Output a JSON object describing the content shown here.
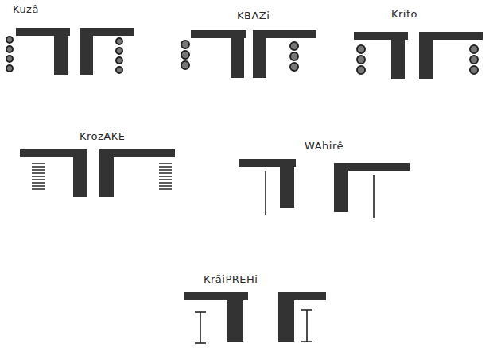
{
  "diagram": {
    "labels": [
      "Kuzâ",
      "KBAZi",
      "Krito",
      "KrozAKE",
      "WAhirê",
      "KrãiPREHi"
    ]
  }
}
